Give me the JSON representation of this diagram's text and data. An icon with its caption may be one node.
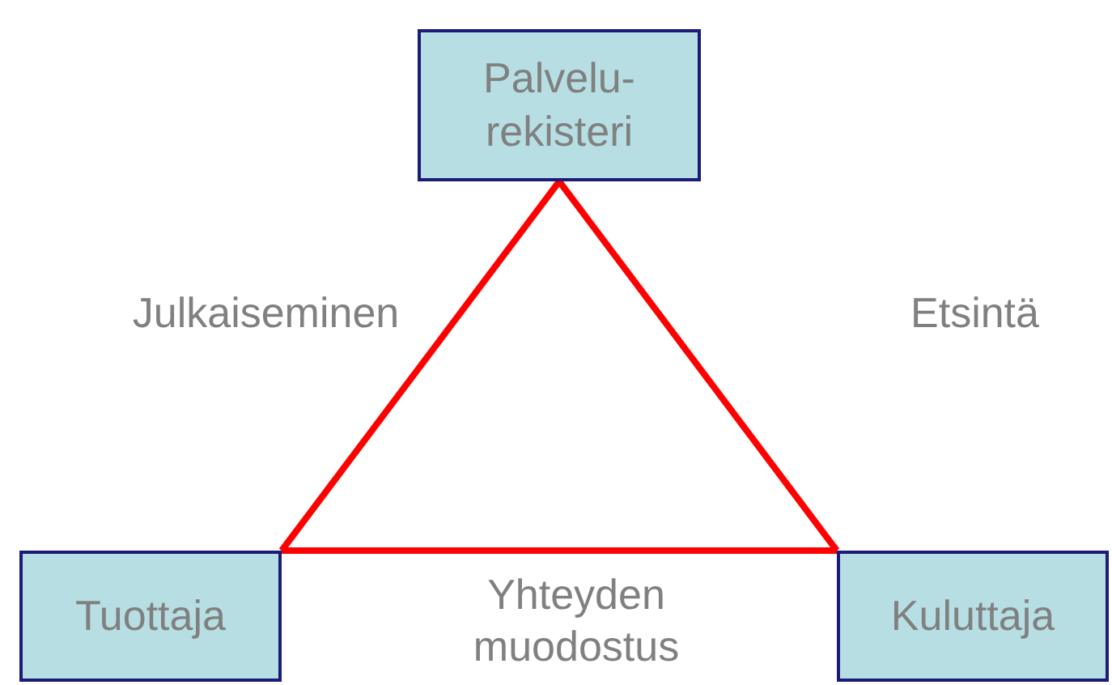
{
  "diagram": {
    "nodes": [
      {
        "text": [
          "Palvelu- rekisteri"
        ]
      },
      {
        "text": [
          "Tuottaja"
        ]
      },
      {
        "text": [
          "Kuluttaja"
        ]
      }
    ],
    "edges": [
      {
        "from": 0,
        "to": 1,
        "arrow": "none",
        "label": "Julkaiseminen",
        "color": "#ff0000"
      },
      {
        "from": 0,
        "to": 2,
        "arrow": "none",
        "label": "Etsintä",
        "color": "#ff0000"
      },
      {
        "from": 1,
        "to": 2,
        "arrow": "none",
        "label": "Yhteyden muodostus",
        "color": "#ff0000"
      }
    ]
  }
}
